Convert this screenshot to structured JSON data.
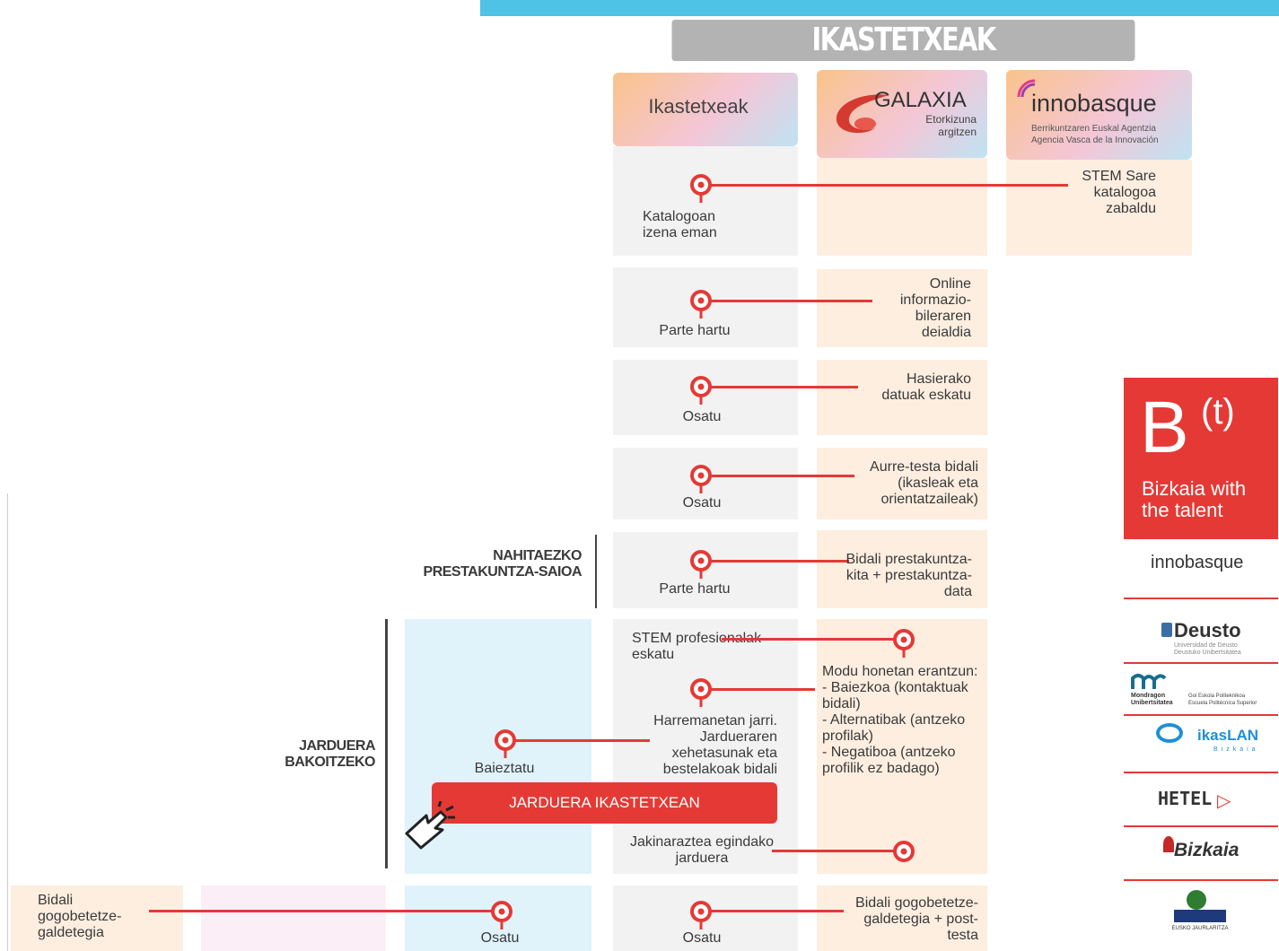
{
  "header": {
    "title": "IKASTETXEAK"
  },
  "columns": {
    "ikastetxeak": "Ikastetxeak",
    "galaxia": {
      "name": "GALAXIA",
      "tagline": "Etorkizuna argitzen"
    },
    "innobasque": {
      "name": "innobasque",
      "sub1": "Berrikuntzaren Euskal Agentzia",
      "sub2": "Agencia Vasca de la Innovación"
    }
  },
  "steps": {
    "s1": {
      "school": "Katalogoan izena eman",
      "innobasque": "STEM Sare katalogoa zabaldu"
    },
    "s2": {
      "school": "Parte hartu",
      "galaxia": "Online informazio-bileraren deialdia"
    },
    "s3": {
      "school": "Osatu",
      "galaxia": "Hasierako datuak eskatu"
    },
    "s4": {
      "school": "Osatu",
      "galaxia": "Aurre-testa bidali (ikasleak eta orientatzaileak)"
    },
    "s5": {
      "label": "NAHITAEZKO PRESTAKUNTZA-SAIOA",
      "school": "Parte hartu",
      "galaxia": "Bidali prestakuntza-kita + prestakuntza-data"
    },
    "s6": {
      "label": "JARDUERA BAKOITZEKO",
      "school_request": "STEM profesionalak eskatu",
      "school_contact": "Harremanetan jarri. Jardueraren xehetasunak eta bestelakoak bidali",
      "company": "Baieztatu",
      "galaxia": "Modu honetan erantzun:\n- Baiezkoa (kontaktuak bidali)\n- Alternatibak (antzeko profilak)\n- Negatiboa (antzeko profilik ez badago)",
      "button": "JARDUERA IKASTETXEAN",
      "school_notify": "Jakinaraztea egindako jarduera"
    },
    "s7": {
      "left": "Bidali gogobetetze-galdetegia",
      "company": "Osatu",
      "school": "Osatu",
      "galaxia": "Bidali gogobetetze-galdetegia + post-testa"
    }
  },
  "sidebar": {
    "bt": {
      "mark": "B",
      "sup": "(t)",
      "caption": "Bizkaia with the talent"
    },
    "logos": {
      "innobasque": "innobasque",
      "deusto": "Deusto",
      "deusto_sub": "Universidad de Deusto\nDeustuko Unibertsitatea",
      "mondragon": "Mondragon Unibertsitatea",
      "mondragon_sub": "Goi Eskola Politeknikoa\nEscuela Politécnica Superior",
      "ikaslan": "ikasLAN",
      "ikaslan_sub": "Bizkaia",
      "hetel": "HETEL",
      "bizkaia": "Bizkaia",
      "eusko": "EUSKO JAURLARITZA"
    }
  },
  "colors": {
    "accent": "#e53935",
    "topbar": "#4ec3e6",
    "header": "#b3b3b3"
  }
}
